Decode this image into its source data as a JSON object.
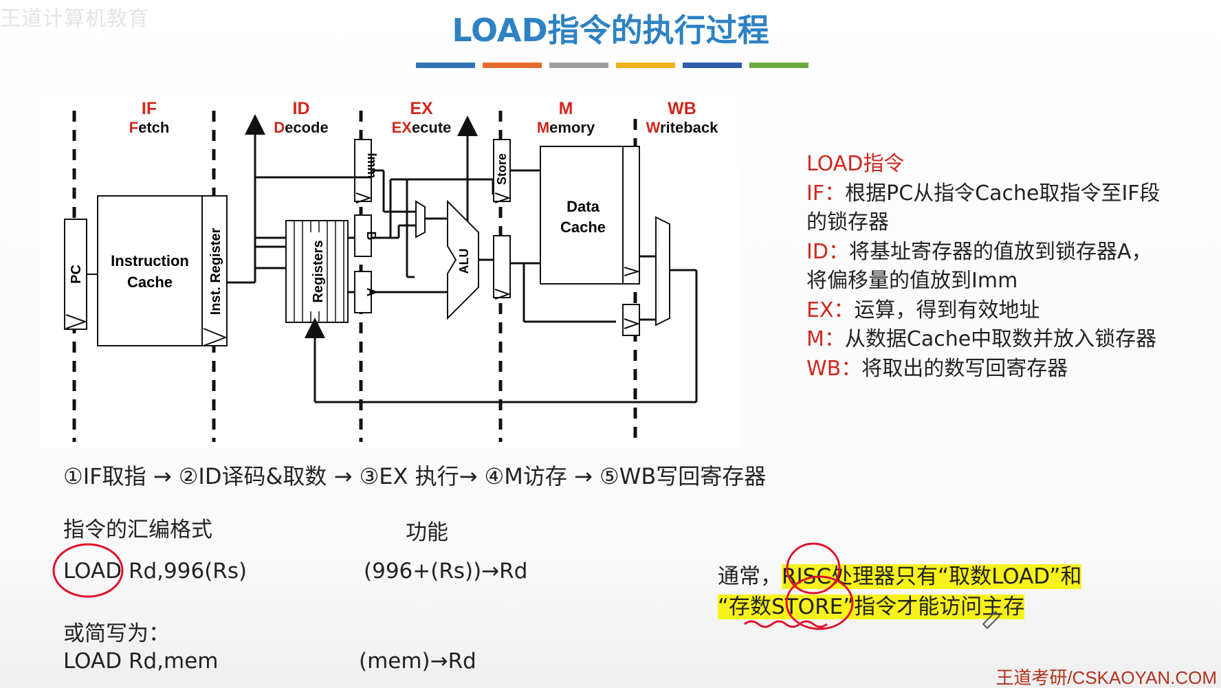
{
  "watermark": "王道计算机教育",
  "title": "LOAD指令的执行过程",
  "color_bars": [
    "#2e75b6",
    "#e46c2b",
    "#9e9e9e",
    "#f2b41c",
    "#2f5aa8",
    "#6aaa3c"
  ],
  "diagram": {
    "stages": [
      {
        "abbr": "IF",
        "lead": "F",
        "rest": "etch"
      },
      {
        "abbr": "ID",
        "lead": "D",
        "rest": "ecode"
      },
      {
        "abbr": "EX",
        "lead": "EX",
        "rest": "ecute"
      },
      {
        "abbr": "M",
        "lead": "M",
        "rest": "emory"
      },
      {
        "abbr": "WB",
        "lead": "W",
        "rest": "riteback"
      }
    ],
    "pc": "PC",
    "inst_cache_l1": "Instruction",
    "inst_cache_l2": "Cache",
    "inst_register": "Inst. Register",
    "registers": "Registers",
    "latch_imm": "Imm",
    "latch_b": "B",
    "latch_a": "A",
    "alu": "ALU",
    "store": "Store",
    "data_cache_l1": "Data",
    "data_cache_l2": "Cache"
  },
  "notes": {
    "heading": "LOAD指令",
    "items": [
      {
        "stage": "IF",
        "sep": "：",
        "text_lines": [
          "根据PC从指令Cache取指令至IF段",
          "的锁存器"
        ]
      },
      {
        "stage": "ID",
        "sep": "：",
        "text_lines": [
          "将基址寄存器的值放到锁存器A，",
          "将偏移量的值放到Imm"
        ]
      },
      {
        "stage": "EX",
        "sep": "：",
        "text_lines": [
          "运算，得到有效地址"
        ]
      },
      {
        "stage": "M",
        "sep": "：",
        "text_lines": [
          "从数据Cache中取数并放入锁存器"
        ]
      },
      {
        "stage": "WB",
        "sep": "：",
        "text_lines": [
          "将取出的数写回寄存器"
        ]
      }
    ]
  },
  "flow": "①IF取指 → ②ID译码&取数 → ③EX 执行→ ④M访存 → ⑤WB写回寄存器",
  "format_header": "指令的汇编格式",
  "function_header": "功能",
  "load_op": "LOAD",
  "load_args": "Rd,996(Rs)",
  "load_func": "(996+(Rs))→Rd",
  "abbrev_label": "或简写为：",
  "load_short": "LOAD  Rd,mem",
  "load_short_func": "(mem)→Rd",
  "highlight": {
    "l1_pre": "通常，",
    "l1_hl": "RISC处理器只有“取数LOAD”和",
    "l2_hl": "“存数STORE”指令才能访问主存"
  },
  "footer": "王道考研/CSKAOYAN.COM"
}
